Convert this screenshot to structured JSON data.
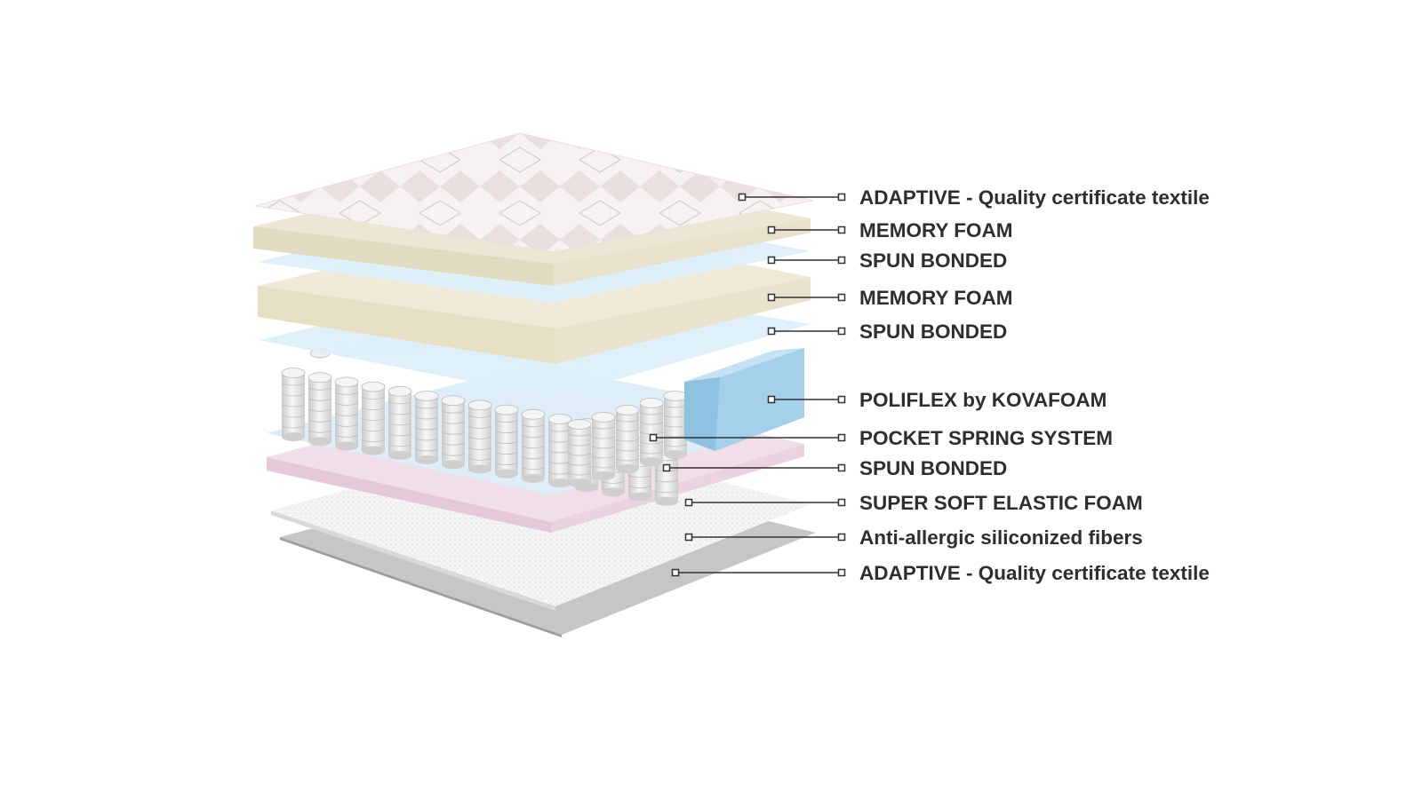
{
  "labels": [
    {
      "id": "adaptive-top",
      "text": "ADAPTIVE - Quality certificate textile"
    },
    {
      "id": "memory-foam-1",
      "text": "MEMORY FOAM"
    },
    {
      "id": "spun-bonded-1",
      "text": "SPUN BONDED"
    },
    {
      "id": "memory-foam-2",
      "text": "MEMORY FOAM"
    },
    {
      "id": "spun-bonded-2",
      "text": "SPUN BONDED"
    },
    {
      "id": "poliflex",
      "text": "POLIFLEX by KOVAFOAM"
    },
    {
      "id": "pocket-spring",
      "text": "POCKET SPRING SYSTEM"
    },
    {
      "id": "spun-bonded-3",
      "text": "SPUN BONDED"
    },
    {
      "id": "super-soft-foam",
      "text": "SUPER SOFT ELASTIC FOAM"
    },
    {
      "id": "anti-allergic-fibers",
      "text": "Anti-allergic siliconized fibers"
    },
    {
      "id": "adaptive-bottom",
      "text": "ADAPTIVE - Quality certificate textile"
    }
  ],
  "colors": {
    "quilted_top": "#f1ecec",
    "memory_foam": "#e8e1ca",
    "spun_bonded": "#dceff9",
    "poliflex": "#a9d3ea",
    "springs": "#e3e3e3",
    "super_soft_foam": "#eedce6",
    "fibers": "#f3f3f3",
    "bottom_textile": "#c4c4c4",
    "label_text": "#2e2e2e"
  }
}
